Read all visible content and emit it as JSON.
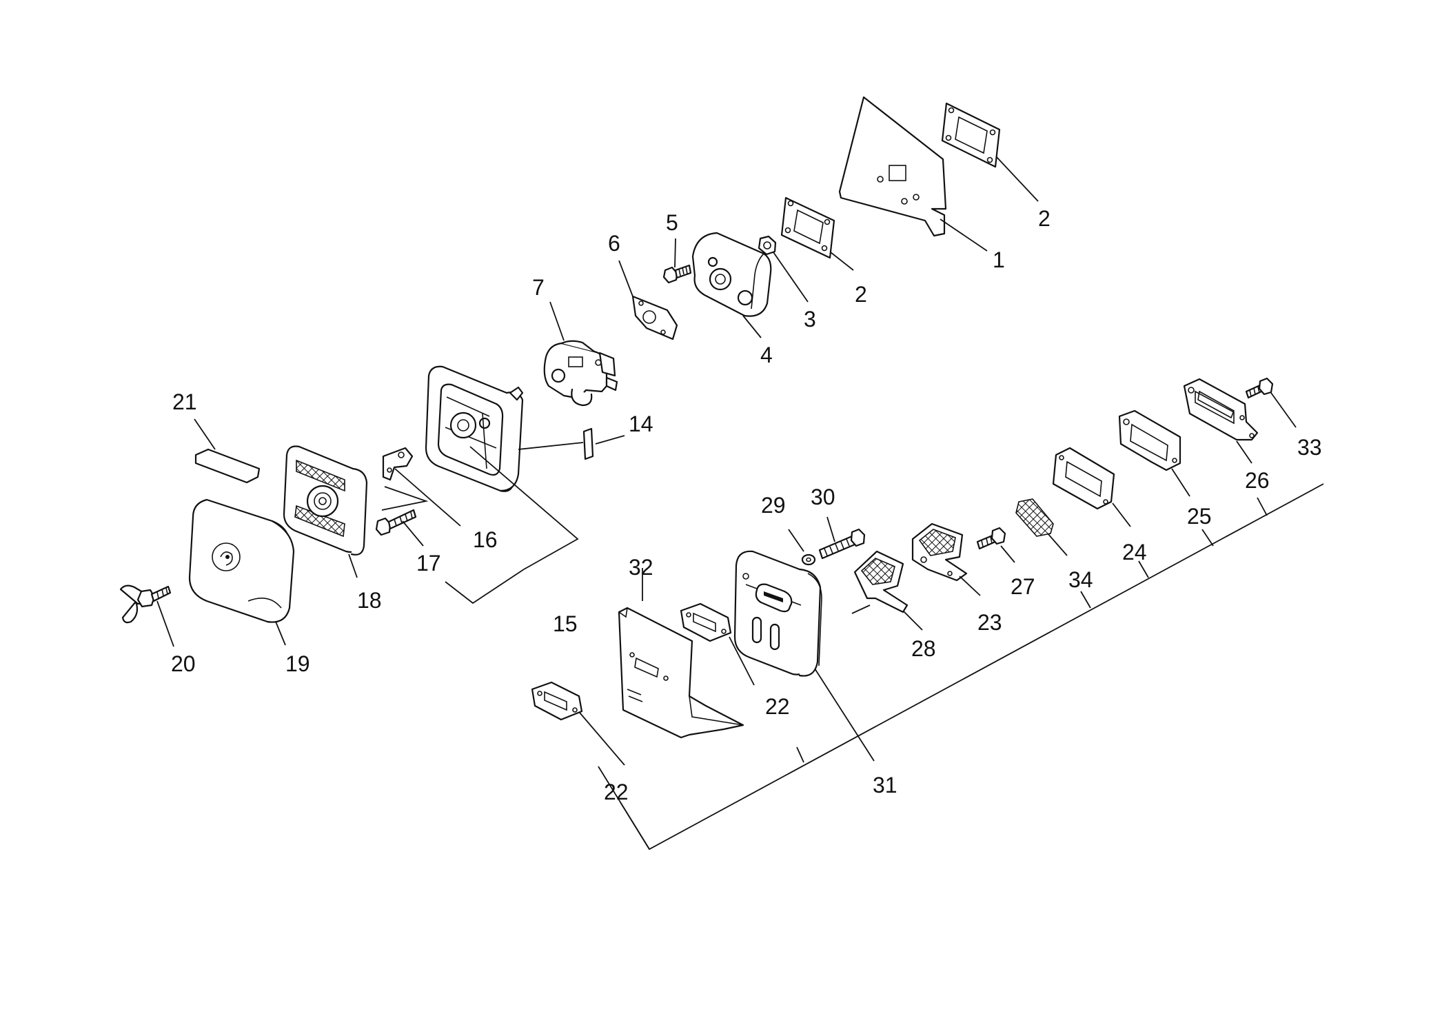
{
  "callouts": [
    {
      "key": "c1",
      "text": "1"
    },
    {
      "key": "c2a",
      "text": "2"
    },
    {
      "key": "c2b",
      "text": "2"
    },
    {
      "key": "c3",
      "text": "3"
    },
    {
      "key": "c4",
      "text": "4"
    },
    {
      "key": "c5",
      "text": "5"
    },
    {
      "key": "c6",
      "text": "6"
    },
    {
      "key": "c7",
      "text": "7"
    },
    {
      "key": "c14",
      "text": "14"
    },
    {
      "key": "c15",
      "text": "15"
    },
    {
      "key": "c16",
      "text": "16"
    },
    {
      "key": "c17",
      "text": "17"
    },
    {
      "key": "c18",
      "text": "18"
    },
    {
      "key": "c19",
      "text": "19"
    },
    {
      "key": "c20",
      "text": "20"
    },
    {
      "key": "c21",
      "text": "21"
    },
    {
      "key": "c22a",
      "text": "22"
    },
    {
      "key": "c22b",
      "text": "22"
    },
    {
      "key": "c23",
      "text": "23"
    },
    {
      "key": "c24",
      "text": "24"
    },
    {
      "key": "c25",
      "text": "25"
    },
    {
      "key": "c26",
      "text": "26"
    },
    {
      "key": "c27",
      "text": "27"
    },
    {
      "key": "c28",
      "text": "28"
    },
    {
      "key": "c29",
      "text": "29"
    },
    {
      "key": "c30",
      "text": "30"
    },
    {
      "key": "c31",
      "text": "31"
    },
    {
      "key": "c32",
      "text": "32"
    },
    {
      "key": "c33",
      "text": "33"
    },
    {
      "key": "c34",
      "text": "34"
    }
  ]
}
